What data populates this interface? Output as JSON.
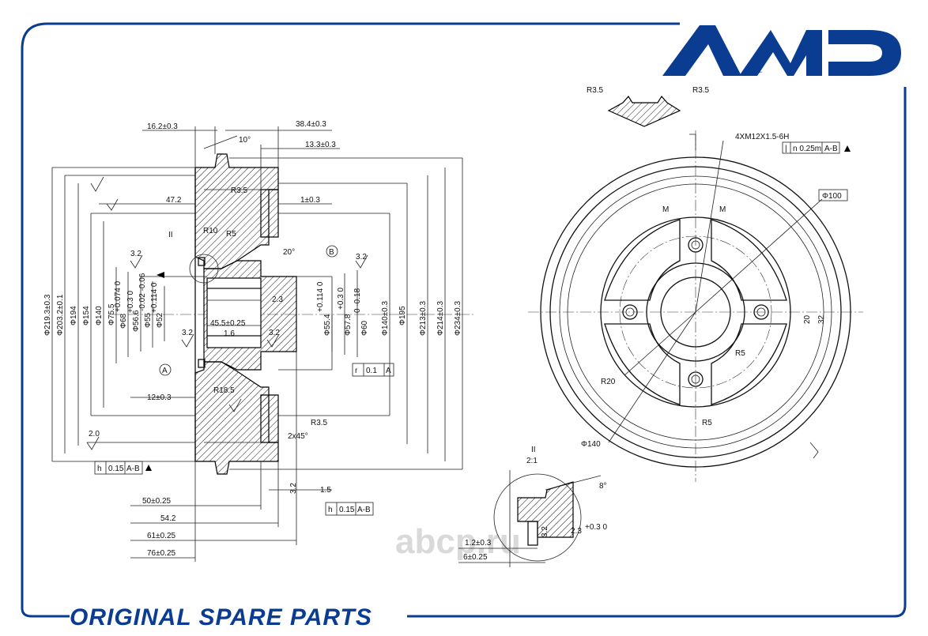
{
  "colors": {
    "frame": "#0a3d91",
    "ink": "#111111",
    "watermark": "#d9d9d9"
  },
  "brand": {
    "logo": "AMD",
    "footer": "ORIGINAL SPARE PARTS",
    "watermark": "abcp.ru"
  },
  "section_view": {
    "top_dims": [
      "16.2±0.3",
      "38.4±0.3",
      "13.3±0.3",
      "10°"
    ],
    "left_diameters": [
      "Φ219.3±0.3",
      "Φ203.2±0.1",
      "Φ194",
      "Φ154",
      "Φ140",
      "Φ75.5",
      "Φ68",
      "Φ56.6",
      "Φ55",
      "Φ52"
    ],
    "tol_68": "+0.074 0",
    "tol_566": "+0.3 0",
    "tol_55": "-0.02 -0.06",
    "tol_52": "+0.114 0",
    "right_diameters": [
      "Φ55.4",
      "Φ57.8",
      "Φ60",
      "Φ140±0.3",
      "Φ195",
      "Φ213±0.3",
      "Φ214±0.3",
      "Φ234±0.3"
    ],
    "tol_554": "+0.114 0",
    "tol_578": "+0.3 0",
    "tol_60": "0 -0.18",
    "inner_labels": [
      "47.2",
      "R3.5",
      "1±0.3",
      "R10",
      "R5",
      "20°",
      "3.2",
      "3.2",
      "2.3",
      "45.5±0.25",
      "1.6",
      "3.2",
      "3.2",
      "R18.5",
      "12±0.3",
      "R3.5",
      "2x45°",
      "2.0",
      "1.5",
      "3.2",
      "II"
    ],
    "datum_a": "A",
    "datum_b": "B",
    "tol_frame_runout": {
      "sym": "h",
      "value": "0.15",
      "ref": "A-B"
    },
    "tol_frame_bottom": {
      "sym": "h",
      "value": "0.15",
      "ref": "A-B"
    },
    "tol_frame_circ": {
      "sym": "r",
      "value": "0.1",
      "ref": "A"
    },
    "bottom_dims": [
      "50±0.25",
      "54.2",
      "61±0.25",
      "76±0.25"
    ]
  },
  "front_view": {
    "thread": "4XM12X1.5-6H",
    "pos_frame": {
      "sym": "|",
      "value": "n 0.25m",
      "ref": "A-B"
    },
    "bolt_circle": "Φ100",
    "labels": [
      "M",
      "M",
      "R5",
      "R20",
      "R5",
      "20",
      "32",
      "Φ140"
    ],
    "profile_labels": [
      "R3.5",
      "R3.5"
    ]
  },
  "detail": {
    "title": "II",
    "scale": "2:1",
    "angle": "8°",
    "depth": "2.3",
    "depth_tol": "+0.3 0",
    "w1": "1.2±0.3",
    "w2": "6±0.25",
    "rough": "3.2"
  }
}
